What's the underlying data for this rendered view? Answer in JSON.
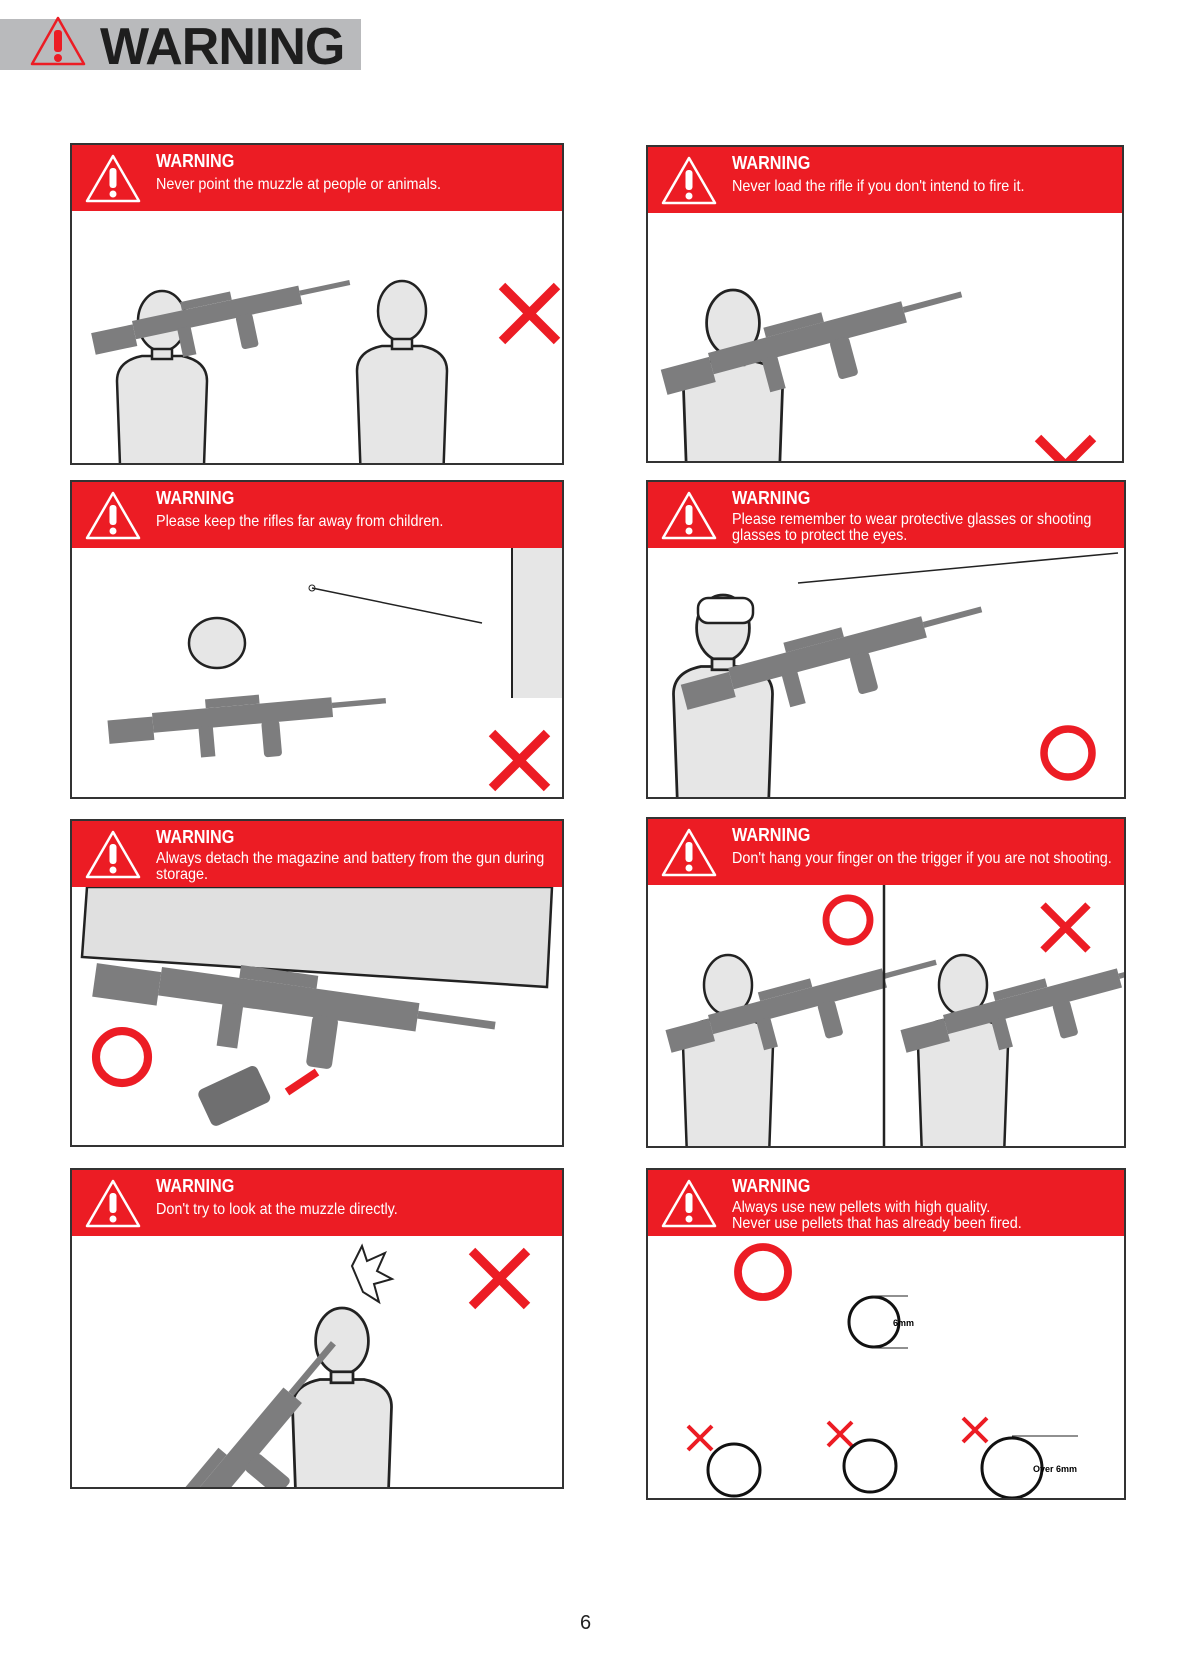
{
  "page": {
    "title": "WARNING",
    "page_number": "6"
  },
  "colors": {
    "red": "#ec1c24",
    "gray_bar": "#b9babc",
    "gun_gray": "#7d7d7e"
  },
  "panels": [
    {
      "heading": "WARNING",
      "lines": [
        "Never point the muzzle at people or animals."
      ],
      "verdict": "wrong"
    },
    {
      "heading": "WARNING",
      "lines": [
        "Never load the rifle if you don't intend to fire it."
      ],
      "verdict": "wrong"
    },
    {
      "heading": "WARNING",
      "lines": [
        "Please keep the rifles far away from children."
      ],
      "verdict": "wrong"
    },
    {
      "heading": "WARNING",
      "lines": [
        "Please remember to wear protective glasses or shooting",
        "glasses to protect the eyes."
      ],
      "verdict": "correct"
    },
    {
      "heading": "WARNING",
      "lines": [
        "Always detach the magazine and battery from the gun during",
        "storage."
      ],
      "verdict": "correct"
    },
    {
      "heading": "WARNING",
      "lines": [
        "Don't hang your finger on the trigger if you are not shooting."
      ],
      "verdict": "correct-and-wrong"
    },
    {
      "heading": "WARNING",
      "lines": [
        "Don't try to look at the muzzle directly."
      ],
      "verdict": "wrong"
    },
    {
      "heading": "WARNING",
      "lines": [
        "Always use new pellets with high quality.",
        "Never use pellets that has already been fired."
      ],
      "verdict": "correct-and-wrong",
      "labels": {
        "good_size": "6mm",
        "oversize": "Over  6mm"
      }
    }
  ]
}
